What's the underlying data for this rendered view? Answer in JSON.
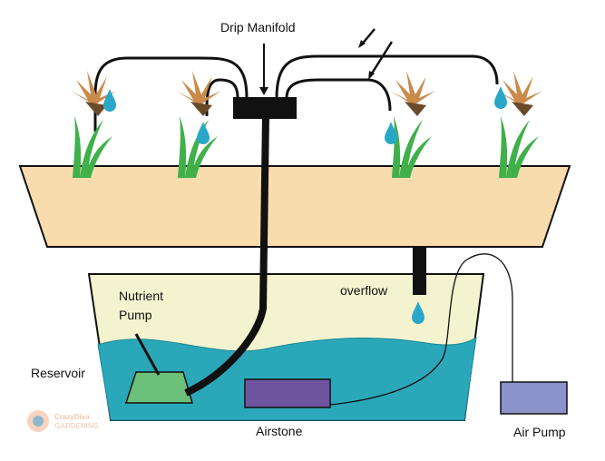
{
  "labels": {
    "drip_manifold": "Drip Manifold",
    "nutrient_pump_line1": "Nutrient",
    "nutrient_pump_line2": "Pump",
    "overflow": "overflow",
    "reservoir": "Reservoir",
    "airstone": "Airstone",
    "air_pump": "Air Pump"
  },
  "watermark": {
    "line1": "CrazyDiva",
    "line2": "GARDENING"
  },
  "colors": {
    "tray": "#f9dcae",
    "reservoir_air": "#f3f3cf",
    "water": "#2aa7b8",
    "water_drop": "#2aa7c8",
    "pump": "#6cc07a",
    "airstone": "#6f55a0",
    "air_pump": "#8a92c9",
    "tube": "#111111",
    "leaf": "#3fb04a",
    "flower_orange": "#c98a4a",
    "flower_brown": "#6b4a2a"
  }
}
